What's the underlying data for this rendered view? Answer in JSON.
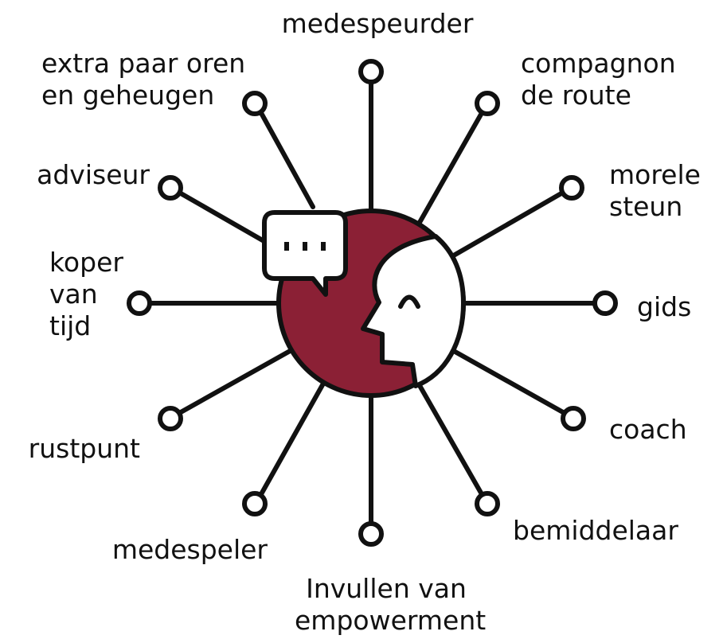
{
  "diagram": {
    "labels": {
      "medespeurder": [
        "medespeurder"
      ],
      "compagnon": [
        "compagnon",
        "de route"
      ],
      "morele_steun": [
        "morele",
        "steun"
      ],
      "gids": [
        "gids"
      ],
      "coach": [
        "coach"
      ],
      "bemiddelaar": [
        "bemiddelaar"
      ],
      "invullen": [
        "Invullen van",
        "empowerment"
      ],
      "medespeler": [
        "medespeler"
      ],
      "rustpunt": [
        "rustpunt"
      ],
      "koper": [
        "koper",
        "van",
        "tijd"
      ],
      "adviseur": [
        "adviseur"
      ],
      "extra_paar": [
        "extra paar oren",
        "en geheugen"
      ]
    },
    "speech_bubble_text": "···",
    "colors": {
      "accent": "#8b2035",
      "line": "#111111",
      "background": "#ffffff"
    }
  }
}
